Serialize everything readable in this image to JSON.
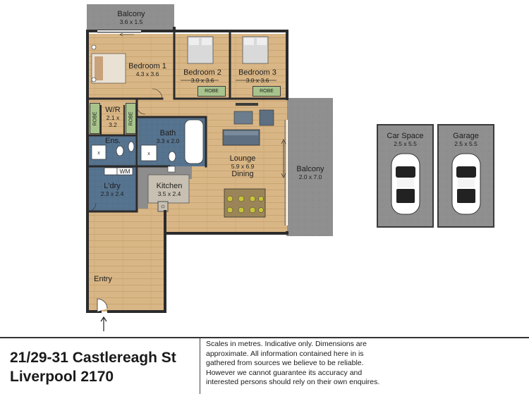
{
  "rooms": {
    "balcony_top": {
      "name": "Balcony",
      "dims": "3.6 x 1.5"
    },
    "bedroom1": {
      "name": "Bedroom 1",
      "dims": "4.3 x 3.6"
    },
    "bedroom2": {
      "name": "Bedroom 2",
      "dims": "3.0 x 3.6"
    },
    "bedroom3": {
      "name": "Bedroom 3",
      "dims": "3.0 x 3.6"
    },
    "wr": {
      "name": "W/R",
      "dims_line1": "2.1 x",
      "dims_line2": "3.2"
    },
    "ens": {
      "name": "Ens."
    },
    "bath": {
      "name": "Bath",
      "dims": "3.3 x 2.0"
    },
    "lounge": {
      "name": "Lounge",
      "dims": "5.9 x 6.9",
      "name2": "Dining"
    },
    "balcony_side": {
      "name": "Balcony",
      "dims": "2.0 x 7.0"
    },
    "laundry": {
      "name": "L'dry",
      "dims": "2.3 x 2.4",
      "wm": "WM"
    },
    "kitchen": {
      "name": "Kitchen",
      "dims": "3.5 x 2.4"
    },
    "entry": {
      "name": "Entry"
    },
    "car_space": {
      "name": "Car Space",
      "dims": "2.5 x 5.5"
    },
    "garage": {
      "name": "Garage",
      "dims": "2.5 x 5.5"
    }
  },
  "robes": {
    "robe": "ROBE"
  },
  "colors": {
    "wall": "#2b2b2b",
    "timber": "#d9b685",
    "tile_blue": "#53718d",
    "grey_slab": "#8c8c8c",
    "robe_green": "#a8c48c"
  },
  "footer": {
    "address_line1": "21/29-31 Castlereagh St",
    "address_line2": "Liverpool 2170",
    "disclaimer": "Scales in metres. Indicative only. Dimensions are approximate. All information contained here in is gathered from sources we believe to be reliable. However we cannot guarantee its accuracy and interested persons should rely on their own enquires."
  }
}
